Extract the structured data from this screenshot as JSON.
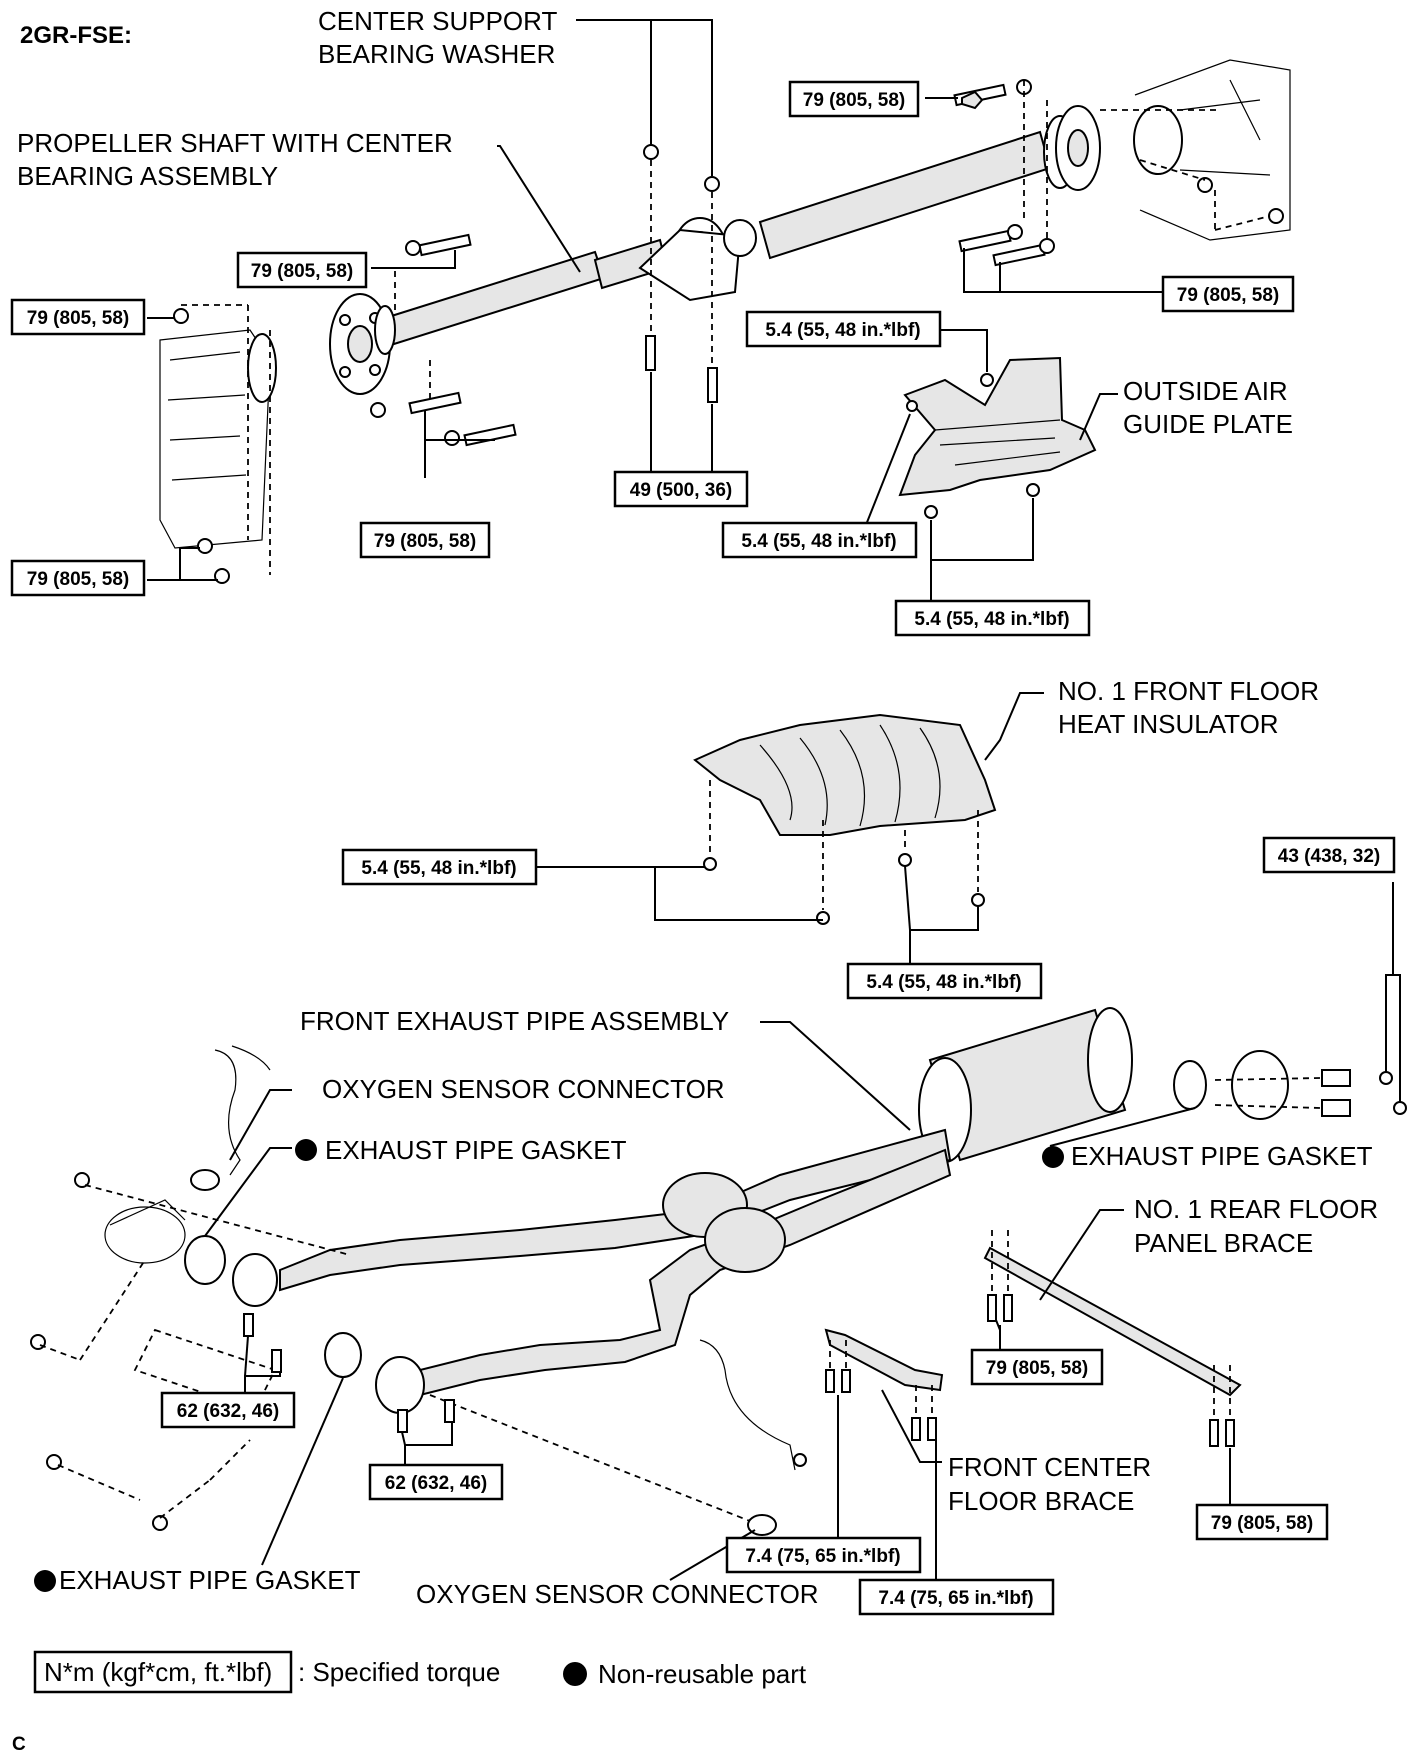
{
  "title": "2GR-FSE:",
  "labels": {
    "center_support_washer_1": "CENTER SUPPORT",
    "center_support_washer_2": "BEARING WASHER",
    "propeller_shaft_1": "PROPELLER SHAFT WITH CENTER",
    "propeller_shaft_2": "BEARING ASSEMBLY",
    "outside_air_guide_1": "OUTSIDE AIR",
    "outside_air_guide_2": "GUIDE PLATE",
    "heat_insulator_1": "NO. 1 FRONT FLOOR",
    "heat_insulator_2": "HEAT INSULATOR",
    "front_exhaust_pipe": "FRONT EXHAUST PIPE ASSEMBLY",
    "oxygen_sensor_connector_top": "OXYGEN SENSOR CONNECTOR",
    "exhaust_gasket_left": "EXHAUST PIPE GASKET",
    "exhaust_gasket_right": "EXHAUST PIPE GASKET",
    "exhaust_gasket_bottom": "EXHAUST PIPE GASKET",
    "rear_floor_brace_1": "NO. 1  REAR FLOOR",
    "rear_floor_brace_2": "PANEL BRACE",
    "front_center_brace_1": "FRONT CENTER",
    "front_center_brace_2": "FLOOR BRACE",
    "oxygen_sensor_connector_bottom": "OXYGEN SENSOR CONNECTOR"
  },
  "torques": {
    "t_top_right_bolt": "79 (805, 58)",
    "t_center_left_bolt": "79 (805, 58)",
    "t_left_nut": "79 (805, 58)",
    "t_right_bolts": "79 (805, 58)",
    "t_guide_top": "5.4 (55, 48 in.*lbf)",
    "t_lower_bolts": "79 (805, 58)",
    "t_bearing_bolts": "49 (500, 36)",
    "t_guide_left": "5.4 (55, 48 in.*lbf)",
    "t_left_lower_nuts": "79 (805, 58)",
    "t_guide_bottom": "5.4 (55, 48 in.*lbf)",
    "t_insulator_left": "5.4 (55, 48 in.*lbf)",
    "t_tail_bolts": "43 (438, 32)",
    "t_insulator_right": "5.4 (55, 48 in.*lbf)",
    "t_rear_brace_left": "79 (805, 58)",
    "t_exhaust_left": "62 (632, 46)",
    "t_exhaust_center": "62 (632, 46)",
    "t_rear_brace_right": "79 (805, 58)",
    "t_front_brace_left": "7.4 (75, 65 in.*lbf)",
    "t_front_brace_right": "7.4 (75, 65 in.*lbf)"
  },
  "legend": {
    "torque_unit": "N*m (kgf*cm, ft.*lbf)",
    "torque_text": ": Specified torque",
    "nonreusable_text": "Non-reusable part"
  },
  "footer": "C"
}
